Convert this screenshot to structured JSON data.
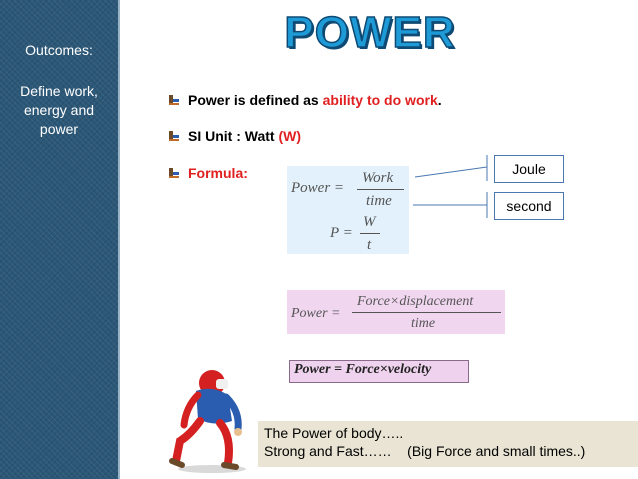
{
  "sidebar": {
    "heading": "Outcomes:",
    "lines": [
      "Define work,",
      "energy and",
      "power"
    ]
  },
  "title": "POWER",
  "bullets": {
    "b1_prefix": "Power is defined as ",
    "b1_highlight": "ability to do work",
    "b1_suffix": ".",
    "b2_prefix": "SI Unit : Watt ",
    "b2_highlight": "(W)",
    "b3_label": "Formula:"
  },
  "formula1": {
    "lhs": "Power =",
    "num": "Work",
    "den": "time"
  },
  "formula2": {
    "lhs": "P =",
    "num": "W",
    "den": "t"
  },
  "units": {
    "top": "Joule",
    "bottom": "second"
  },
  "formula3": {
    "lhs": "Power =",
    "num": "Force×displacement",
    "den": "time"
  },
  "formula4": "Power = Force×velocity",
  "note": {
    "line1": "The Power of body…..",
    "line2": "Strong and Fast……    (Big Force and small times..)"
  },
  "colors": {
    "sidebar": "#2c5878",
    "title": "#1e9ad6",
    "highlight": "#e02020"
  }
}
